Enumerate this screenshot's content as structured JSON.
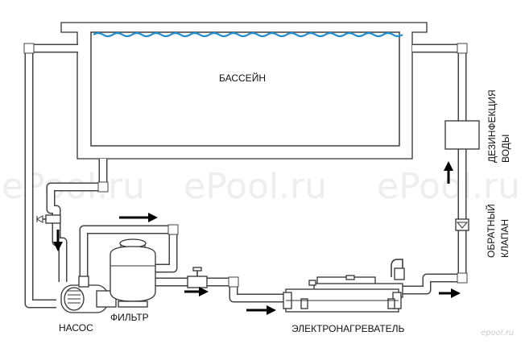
{
  "labels": {
    "pool": "БАССЕЙН",
    "pump": "НАСОС",
    "filter": "ФИЛЬТР",
    "heater": "ЭЛЕКТРОНАГРЕВАТЕЛЬ",
    "check_valve_line1": "ОБРАТНЫЙ",
    "check_valve_line2": "КЛАПАН",
    "disinfection_line1": "ДЕЗИНФЕКЦИЯ",
    "disinfection_line2": "ВОДЫ"
  },
  "watermark": "ePool.ru",
  "logo": "epool.ru",
  "colors": {
    "water": "#1f8fd1",
    "outline": "#333333",
    "watermark": "#eeeeee"
  }
}
